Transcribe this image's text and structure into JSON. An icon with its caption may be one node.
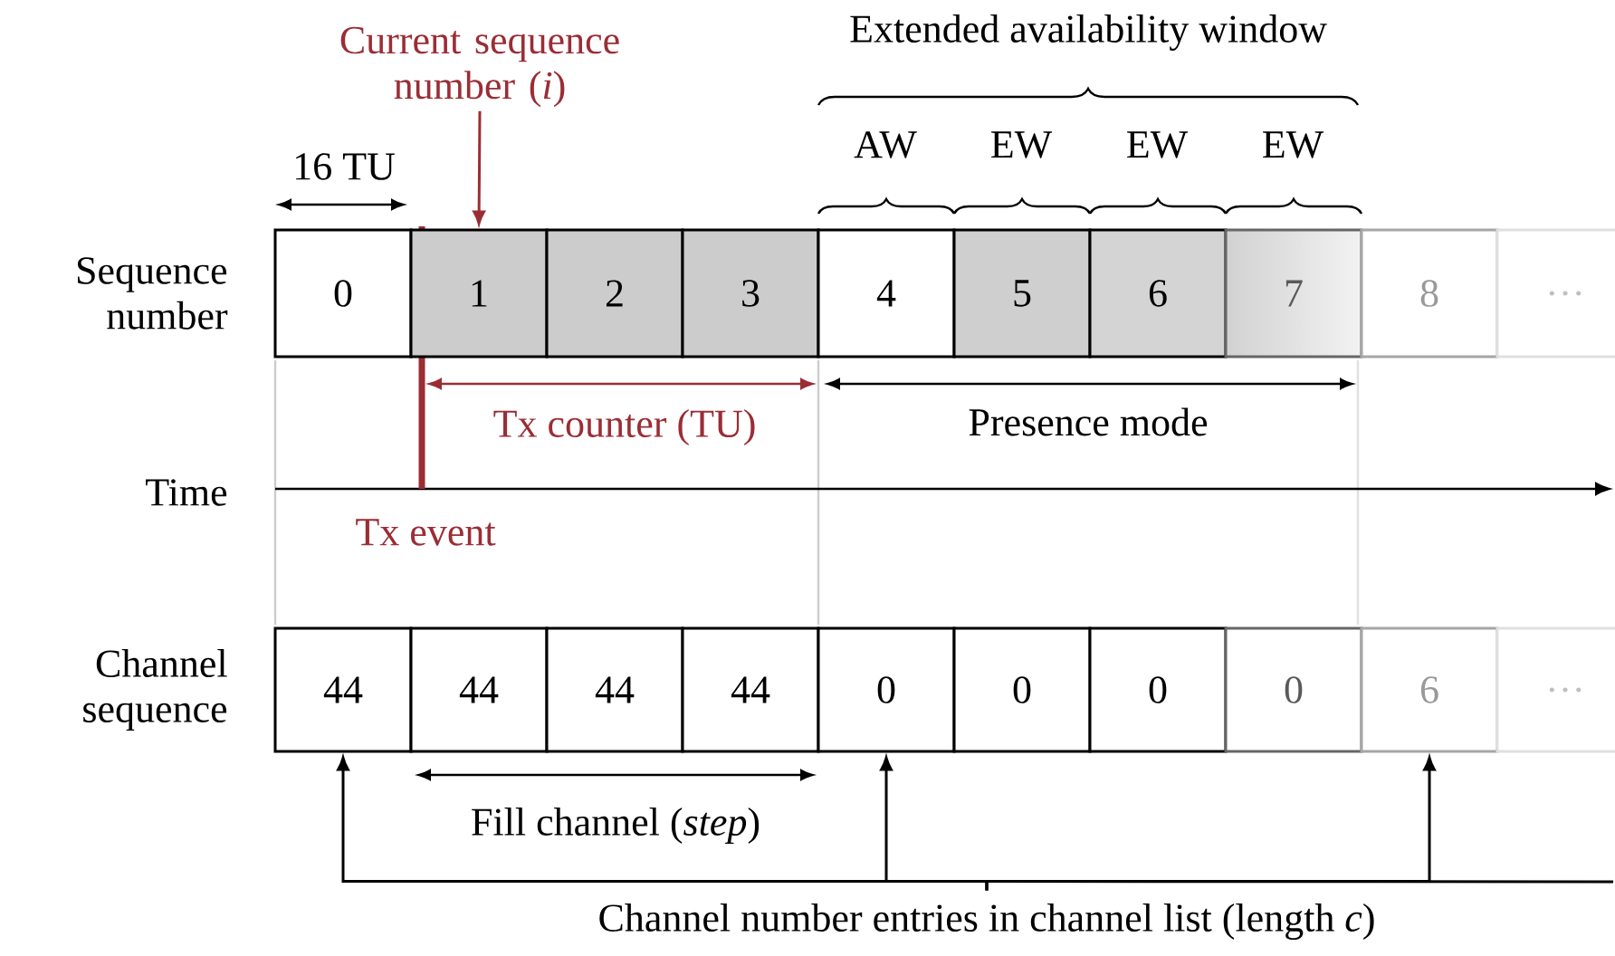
{
  "diagram": {
    "nodes": [
      {
        "text": [
          "0"
        ]
      },
      {
        "text": [
          "1"
        ]
      },
      {
        "text": [
          "2"
        ]
      },
      {
        "text": [
          "3"
        ]
      },
      {
        "text": [
          "4"
        ]
      },
      {
        "text": [
          "5"
        ]
      },
      {
        "text": [
          "6"
        ]
      },
      {
        "text": [
          "7"
        ]
      },
      {
        "text": [
          "8"
        ]
      },
      {
        "text": [
          "…"
        ]
      },
      {
        "text": [
          "44"
        ]
      },
      {
        "text": [
          "44"
        ]
      },
      {
        "text": [
          "44"
        ]
      },
      {
        "text": [
          "44"
        ]
      },
      {
        "text": [
          "0"
        ]
      },
      {
        "text": [
          "0"
        ]
      },
      {
        "text": [
          "0"
        ]
      },
      {
        "text": [
          "0"
        ]
      },
      {
        "text": [
          "6"
        ]
      },
      {
        "text": [
          "…"
        ]
      },
      {
        "text": [
          "Current sequence number (*i*)"
        ]
      },
      {
        "text": [
          "Channel number entries in channel list (length *c*)"
        ]
      }
    ],
    "edges": [
      {
        "from": 20,
        "to": 1,
        "arrow": "to",
        "color": "#9b2d35"
      },
      {
        "from": 21,
        "to": 10,
        "arrow": "to"
      },
      {
        "from": 21,
        "to": 14,
        "arrow": "to"
      },
      {
        "from": 21,
        "to": 18,
        "arrow": "to"
      }
    ],
    "labels": [
      "Extended availability window",
      "16 TU",
      "AW",
      "EW",
      "EW",
      "EW",
      "Sequence number",
      "Tx counter (TU)",
      "Presence mode",
      "Time",
      "Tx event",
      "Channel sequence",
      "Fill channel (*step*)"
    ]
  }
}
